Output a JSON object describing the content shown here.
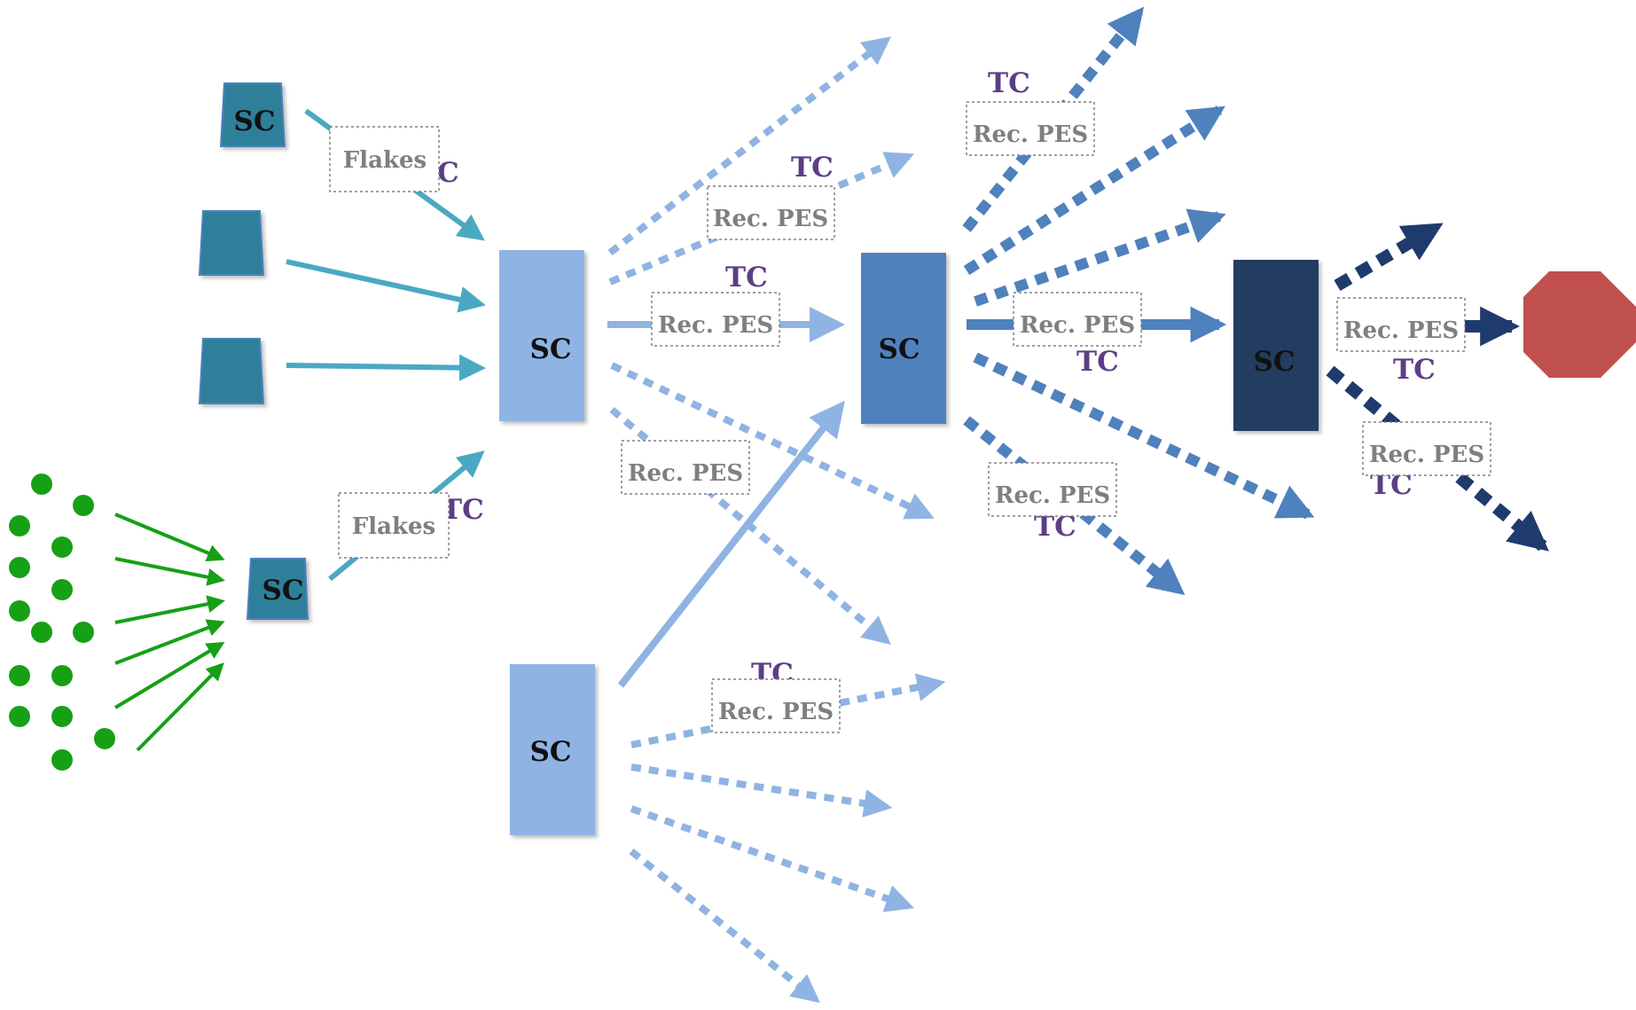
{
  "colors": {
    "teal": "#4aa9c2",
    "teal_node": "#2f7f99",
    "light_blue": "#8fb4e3",
    "mid_blue": "#4f81bd",
    "dark_blue": "#1f3b6d",
    "darkest_node": "#243d5e",
    "green": "#16a016",
    "stop": "#c0504d",
    "tc": "#5b3e86",
    "box_text": "#7f7f7f"
  },
  "nodes": {
    "sc_top": "SC",
    "sc_green": "SC",
    "sc_center": "SC",
    "sc_bottom": "SC",
    "sc_mid": "SC",
    "sc_dark": "SC"
  },
  "labels": {
    "flakes": "Flakes",
    "rec_pes": "Rec. PES",
    "tc": "TC",
    "tc_partial_c": "C",
    "tc_partial_tc": "TC"
  },
  "icons": {
    "stop": "stop-octagon-icon",
    "particles": "green-dot-icon"
  }
}
